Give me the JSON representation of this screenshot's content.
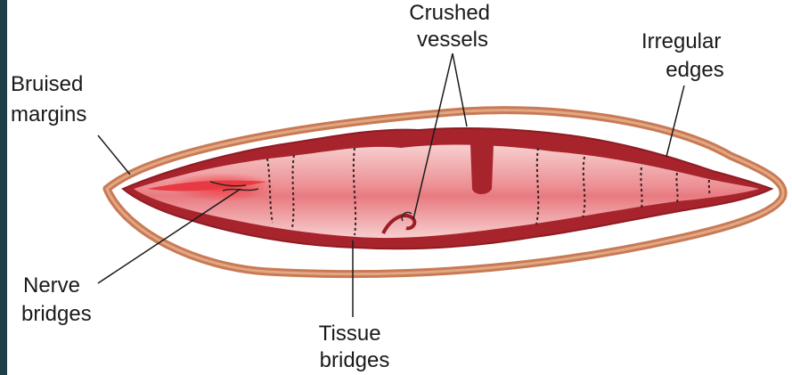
{
  "diagram": {
    "labels": {
      "crushed_vessels": [
        "Crushed",
        "vessels"
      ],
      "irregular_edges": [
        "Irregular",
        "edges"
      ],
      "bruised_margins": [
        "Bruised",
        "margins"
      ],
      "nerve_bridges": [
        "Nerve",
        "bridges"
      ],
      "tissue_bridges": [
        "Tissue",
        "bridges"
      ]
    },
    "colors": {
      "background_frame": "#1d3f49",
      "panel": "#ffffff",
      "bruised_margin": "#c87a55",
      "wound_edge": "#a8242c",
      "wound_interior": "#f4b8b8",
      "wound_core": "#e25a62"
    }
  }
}
